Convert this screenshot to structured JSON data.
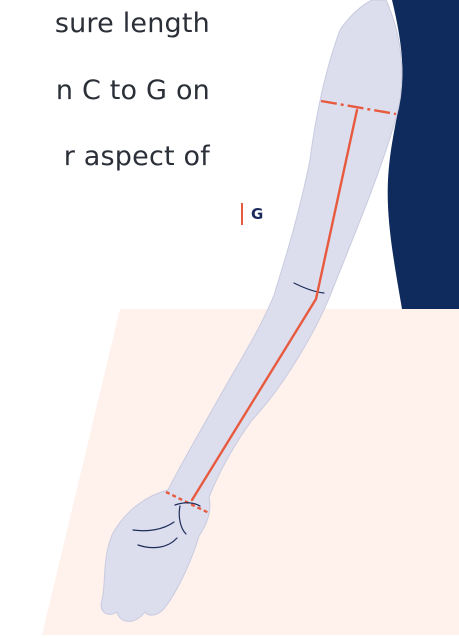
{
  "instructions": {
    "line_1": "sure length",
    "line_2": "n C to G on",
    "line_3": "r aspect of"
  },
  "marker": {
    "label": "G"
  },
  "colors": {
    "table": "#fff1ec",
    "arm": "#dcdeed",
    "arm_outline": "#c8cbe0",
    "shirt": "#0f2a5c",
    "measure_line": "#e85a3f",
    "crease": "#1d2d5a",
    "text": "#2b2f38"
  }
}
